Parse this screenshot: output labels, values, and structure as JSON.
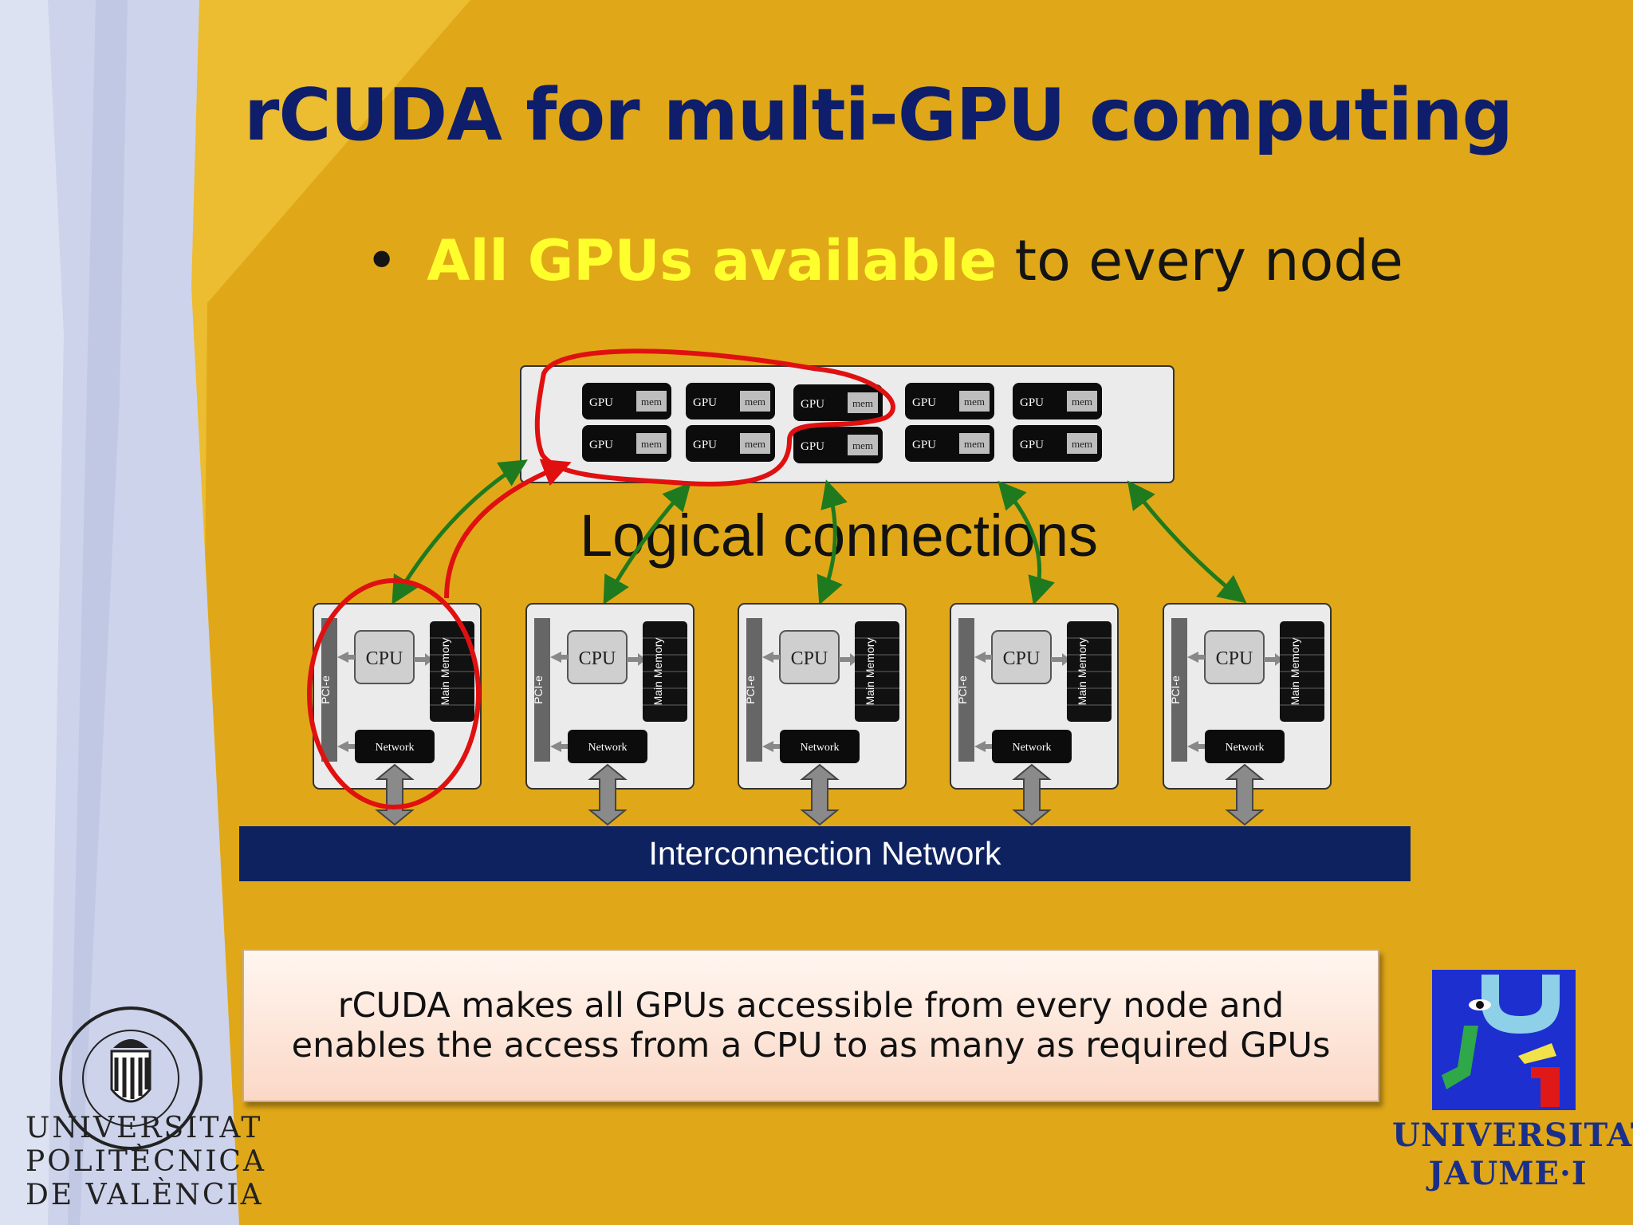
{
  "slide": {
    "title": "rCUDA for multi-GPU computing",
    "bullet_symbol": "•",
    "bullet_highlight": "All GPUs available",
    "bullet_rest": "to every node"
  },
  "diagram": {
    "gpu_label": "GPU",
    "mem_label": "mem",
    "gpu_count": 10,
    "logical_label": "Logical connections",
    "node_count": 5,
    "cpu_label": "CPU",
    "pcie_label": "PCI-e",
    "main_memory_label": "Main Memory",
    "network_label": "Network",
    "interconnect_label": "Interconnection Network"
  },
  "caption": {
    "line1": "rCUDA makes all GPUs accessible from every node and",
    "line2": "enables the access from a CPU to as many as required GPUs"
  },
  "logos": {
    "upv_line1": "UNIVERSITAT",
    "upv_line2": "POLITÈCNICA",
    "upv_line3": "DE VALÈNCIA",
    "uji_line1": "UNIVERSITAT",
    "uji_line2": "JAUME·I"
  },
  "colors": {
    "background": "#e0a818",
    "title": "#0f1e6b",
    "highlight": "#ffff2e",
    "logical_arrow": "#1f7a1f",
    "selection_ring": "#e01010",
    "interconnect_bar": "#0f2260"
  }
}
